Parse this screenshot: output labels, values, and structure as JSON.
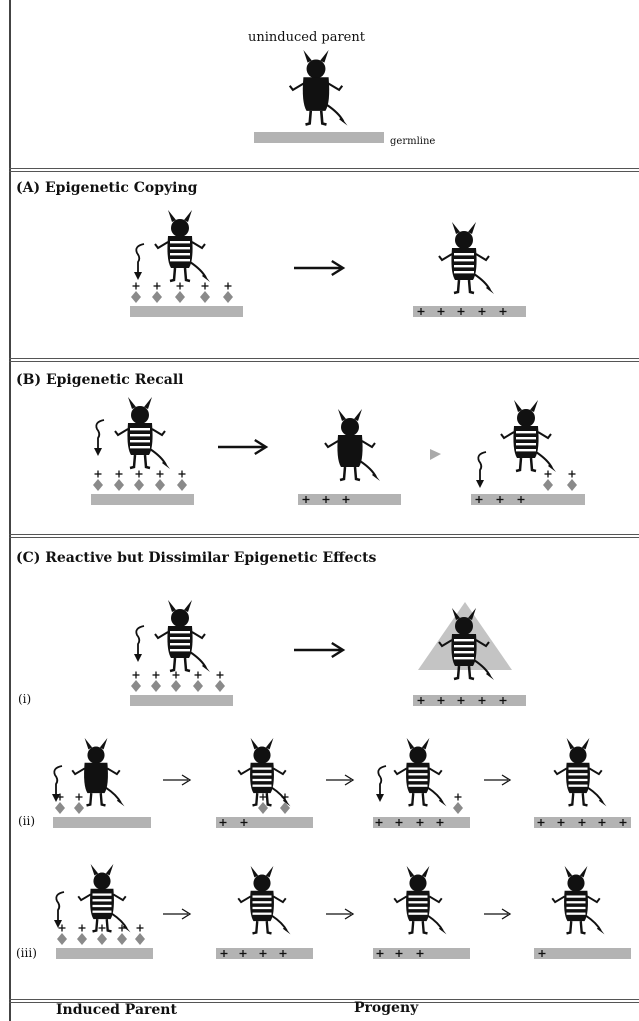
{
  "top": {
    "title": "uninduced parent",
    "germline_label": "germline"
  },
  "sections": {
    "a_title": "(A) Epigenetic Copying",
    "b_title": "(B) Epigenetic Recall",
    "c_title": "(C) Reactive but Dissimilar Epigenetic Effects"
  },
  "rows": {
    "i": "(i)",
    "ii": "(ii)",
    "iii": "(iii)"
  },
  "footer": {
    "induced_parent": "Induced Parent",
    "progeny": "Progeny"
  },
  "colors": {
    "bar": "#b3b3b3",
    "diamond": "#8a8a8a",
    "figure": "#111111",
    "pyramid": "#c4c4c4"
  }
}
